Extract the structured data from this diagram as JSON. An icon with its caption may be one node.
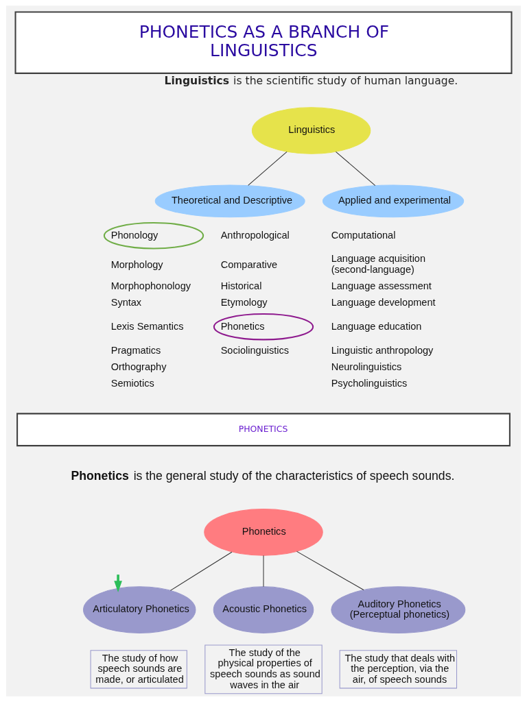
{
  "diagram": {
    "title": "PHONETICS AS A BRANCH OF LINGUISTICS",
    "nodes": [
      {
        "text": [
          "Linguistics"
        ]
      },
      {
        "text": [
          "Theoretical and Descriptive"
        ]
      },
      {
        "text": [
          "Applied and experimental"
        ]
      },
      {
        "text": [
          "Phonology"
        ]
      },
      {
        "text": [
          "Phonetics"
        ]
      },
      {
        "text": [
          "PHONETICS"
        ]
      },
      {
        "text": [
          "Phonetics"
        ]
      },
      {
        "text": [
          "Articulatory Phonetics"
        ]
      },
      {
        "text": [
          "Acoustic Phonetics"
        ]
      },
      {
        "text": [
          "Auditory Phonetics (Perceptual phonetics)"
        ]
      },
      {
        "text": [
          "The study of how speech sounds are made, or articulated"
        ]
      },
      {
        "text": [
          "The study of the physical properties of speech sounds as sound waves in the air"
        ]
      },
      {
        "text": [
          "The study that deals with the perception, via the air, of speech sounds"
        ]
      }
    ],
    "edges": [
      {
        "from": 0,
        "to": 1,
        "arrow": "none"
      },
      {
        "from": 0,
        "to": 2,
        "arrow": "none"
      },
      {
        "from": 6,
        "to": 7,
        "arrow": "none"
      },
      {
        "from": 6,
        "to": 8,
        "arrow": "none"
      },
      {
        "from": 6,
        "to": 9,
        "arrow": "none"
      },
      {
        "from": null,
        "to": 7,
        "arrow": "to",
        "style": "thick",
        "color": "#2dbe5a"
      }
    ],
    "labels": [
      "**Linguistics** is the scientific study of human language.",
      "Morphology",
      "Morphophonology",
      "Syntax",
      "Lexis Semantics",
      "Pragmatics",
      "Orthography",
      "Semiotics",
      "Anthropological",
      "Comparative",
      "Historical",
      "Etymology",
      "Sociolinguistics",
      "Computational",
      "Language acquisition (second-language)",
      "Language assessment",
      "Language development",
      "Language education",
      "Linguistic anthropology",
      "Neurolinguistics",
      "Psycholinguistics",
      "**Phonetics** is the general study of the characteristics of speech sounds."
    ]
  }
}
